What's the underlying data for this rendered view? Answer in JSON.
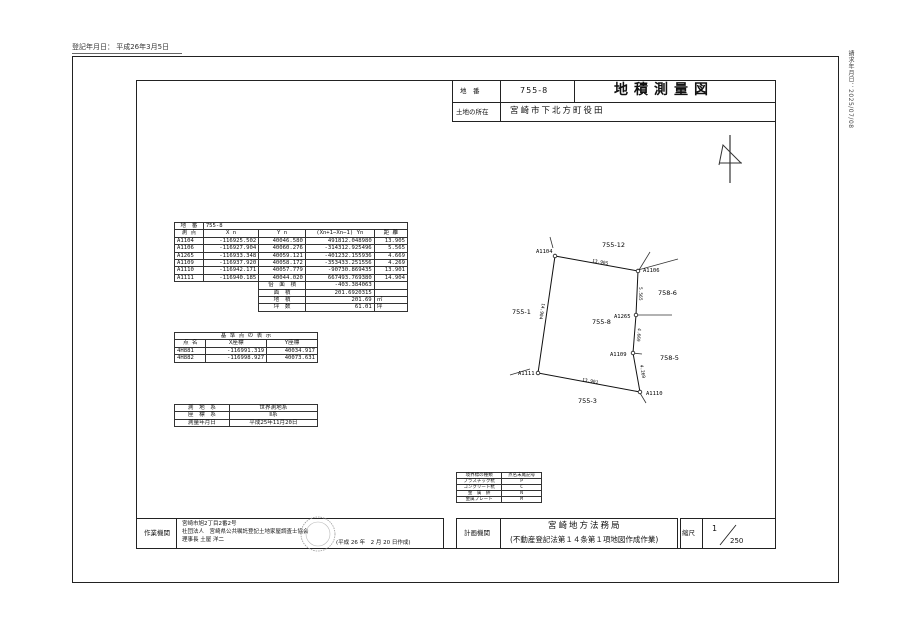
{
  "header": {
    "registration_date": "登記年月日： 平成26年3月5日",
    "side_stamp": "請求年月日：2025/07/08"
  },
  "title_block": {
    "lot_label": "地　番",
    "lot_value": "755-8",
    "title": "地積測量図",
    "location_label": "土地の所在",
    "location_value": "宮崎市下北方町役田"
  },
  "coord_table": {
    "lot_label": "地　番",
    "lot_value": "755-8",
    "headers": [
      "測 点",
      "X n",
      "Y n",
      "(Xn+1−Xn−1) Yn",
      "距 離"
    ],
    "rows": [
      [
        "A1104",
        "-116925.502",
        "40046.580",
        "491812.048980",
        "13.905"
      ],
      [
        "A1106",
        "-116927.904",
        "40060.276",
        "-314312.925496",
        "5.565"
      ],
      [
        "A1265",
        "-116933.348",
        "40059.121",
        "-401232.155936",
        "4.669"
      ],
      [
        "A1109",
        "-116937.920",
        "40058.172",
        "-353433.251556",
        "4.269"
      ],
      [
        "A1110",
        "-116942.171",
        "40057.779",
        "-90730.869435",
        "13.901"
      ],
      [
        "A1111",
        "-116940.185",
        "40044.020",
        "667493.769380",
        "14.904"
      ]
    ],
    "summary": [
      {
        "label": "倍　面　積",
        "value": "-403.384063",
        "unit": ""
      },
      {
        "label": "面　積",
        "value": "201.6920315",
        "unit": ""
      },
      {
        "label": "地　積",
        "value": "201.69",
        "unit": "㎡"
      },
      {
        "label": "坪　数",
        "value": "61.01",
        "unit": "坪"
      }
    ]
  },
  "ref_table": {
    "title": "基 準 点 の 表 示",
    "headers": [
      "点 名",
      "X座標",
      "Y座標"
    ],
    "rows": [
      [
        "4H881",
        "-116991.319",
        "40034.917"
      ],
      [
        "4H882",
        "-116998.927",
        "40073.631"
      ]
    ]
  },
  "survey_table": {
    "rows": [
      [
        "測　地　系",
        "世界測地系"
      ],
      [
        "座　標　系",
        "Ⅱ系"
      ],
      [
        "測量年月日",
        "平成25年11月20日"
      ]
    ]
  },
  "plot": {
    "north": "N",
    "points": [
      {
        "name": "A1104",
        "x": 0,
        "y": 0
      },
      {
        "name": "A1106",
        "x": 0,
        "y": 0
      },
      {
        "name": "A1265",
        "x": 0,
        "y": 0
      },
      {
        "name": "A1109",
        "x": 0,
        "y": 0
      },
      {
        "name": "A1110",
        "x": 0,
        "y": 0
      },
      {
        "name": "A1111",
        "x": 0,
        "y": 0
      }
    ],
    "parcels": [
      "755-12",
      "758-6",
      "755-1",
      "755-8",
      "758-5",
      "755-3"
    ],
    "distances": [
      "13.905",
      "5.565",
      "14.904",
      "4.669",
      "4.269",
      "13.901"
    ]
  },
  "legend": {
    "headers": [
      "境界標の種類",
      "点名末尾記号"
    ],
    "rows": [
      [
        "プラスチック杭",
        "P"
      ],
      [
        "コンクリート杭",
        "C"
      ],
      [
        "金　属　鋲",
        "N"
      ],
      [
        "金属プレート",
        "M"
      ]
    ]
  },
  "footer": {
    "maker_label": "作業機関",
    "maker_lines": [
      "宮崎市旭2丁目2番2号",
      "社団法人　宮崎県公共嘱託登記土地家屋調査士協会",
      "理事長 土屋 洋二"
    ],
    "made_date": "(平成 26 年　2 月 20 日作成)",
    "plan_label": "計画機関",
    "plan_name": "宮崎地方法務局",
    "plan_sub": "(不動産登記法第１４条第１項地図作成作業)",
    "scale_label": "縮尺",
    "scale_num": "1",
    "scale_den": "250"
  }
}
